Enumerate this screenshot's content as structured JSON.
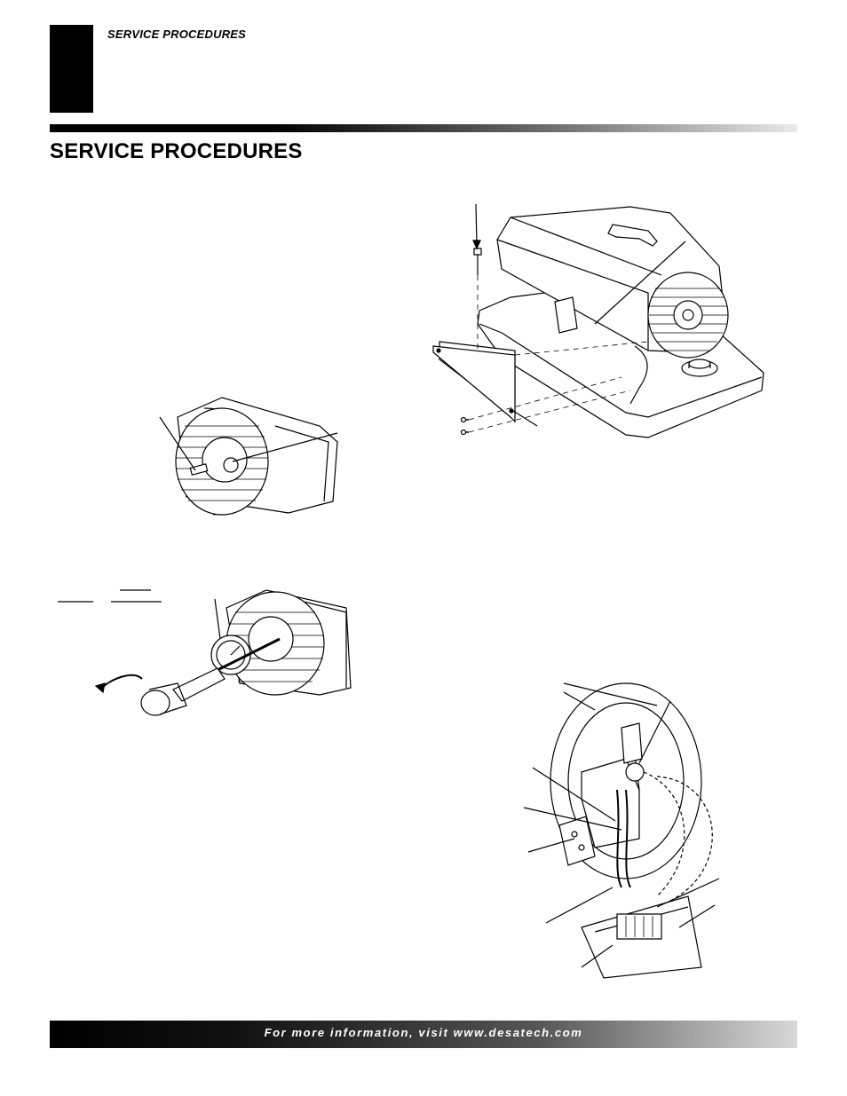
{
  "header": {
    "running_head": "SERVICE PROCEDURES",
    "page_title": "SERVICE PROCEDURES"
  },
  "footer": {
    "text": "For more information, visit www.desatech.com"
  },
  "figures": {
    "heater_exploded_view": {
      "icon": "heater-assembly-exploded-drawing"
    },
    "burner_front_view": {
      "icon": "burner-head-drawing"
    },
    "pressure_adjustment": {
      "icon": "pressure-gauge-screwdriver-drawing"
    },
    "ignition_wiring": {
      "icon": "igniter-wiring-drawing"
    }
  }
}
